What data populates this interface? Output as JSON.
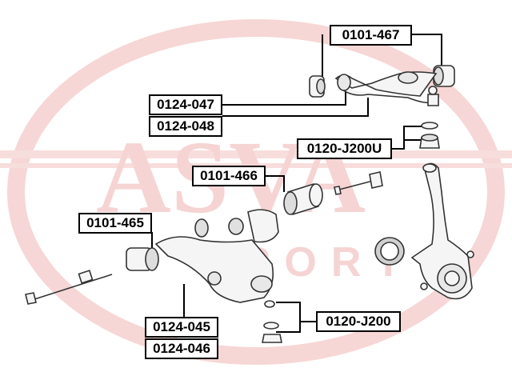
{
  "watermark": {
    "brand_text": "ASVA",
    "sub_text": "SPORT"
  },
  "labels": {
    "upper_arm": "0101-467",
    "upper_bushing_a": "0124-047",
    "upper_bushing_b": "0124-048",
    "upper_ball_joint": "0120-J200U",
    "front_bushing": "0101-466",
    "lower_front_bushing": "0101-465",
    "lower_arm_a": "0124-045",
    "lower_arm_b": "0124-046",
    "lower_ball_joint": "0120-J200"
  },
  "colors": {
    "watermark": "#f3c6c6",
    "line": "#000000",
    "part_stroke": "#333333",
    "part_fill": "#f5f5f5"
  }
}
